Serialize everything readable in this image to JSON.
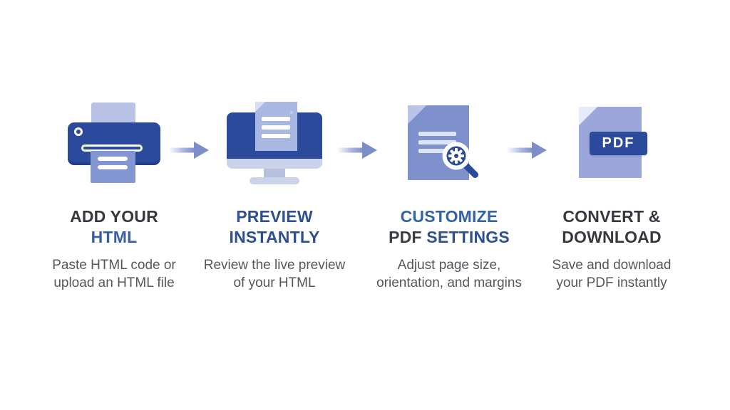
{
  "page": {
    "background": "#ffffff",
    "description_of_flow": "4-step HTML to PDF conversion process"
  },
  "colors": {
    "icon_primary_dark_blue": "#2b4a9b",
    "icon_light_paper": "#b7c2e5",
    "icon_out_paper": "#8297d1",
    "icon_monitor_doc": "#a9b7e3",
    "icon_customize_doc": "#7e91cd",
    "icon_pdf_doc": "#9ba7db",
    "arrow_blue": "#7b8ec9",
    "title_dark": "#35383f",
    "title_navy_blue": "#2e4f92",
    "title_bright_blue": "#3263a9",
    "desc_gray": "#55575d"
  },
  "pdf_badge_label": "PDF",
  "steps": [
    {
      "icon": "printer-icon",
      "title_lines": [
        [
          {
            "text": "ADD YOUR",
            "color": "#35383f"
          }
        ],
        [
          {
            "text": "HTML",
            "color": "#3a5ea6"
          }
        ]
      ],
      "desc_lines": [
        "Paste HTML code or",
        "upload an HTML file"
      ]
    },
    {
      "icon": "monitor-preview-icon",
      "title_lines": [
        [
          {
            "text": "PREVIEW",
            "color": "#2e4f92"
          }
        ],
        [
          {
            "text": "INSTANTLY",
            "color": "#2e4f92"
          }
        ]
      ],
      "desc_lines": [
        "Review the live preview",
        "of your HTML"
      ]
    },
    {
      "icon": "document-magnifier-settings-icon",
      "title_lines": [
        [
          {
            "text": "CUSTOMIZE",
            "color": "#3263a9"
          }
        ],
        [
          {
            "text": "PDF",
            "color": "#393d44"
          },
          {
            "text": "SETTINGS",
            "color": "#2e5193"
          }
        ]
      ],
      "desc_lines": [
        "Adjust page size,",
        "orientation, and margins"
      ]
    },
    {
      "icon": "pdf-file-icon",
      "title_lines": [
        [
          {
            "text": "CONVERT &",
            "color": "#35383f"
          }
        ],
        [
          {
            "text": "DOWNLOAD",
            "color": "#35383f"
          }
        ]
      ],
      "desc_lines": [
        "Save and download",
        "your PDF instantly"
      ]
    }
  ]
}
